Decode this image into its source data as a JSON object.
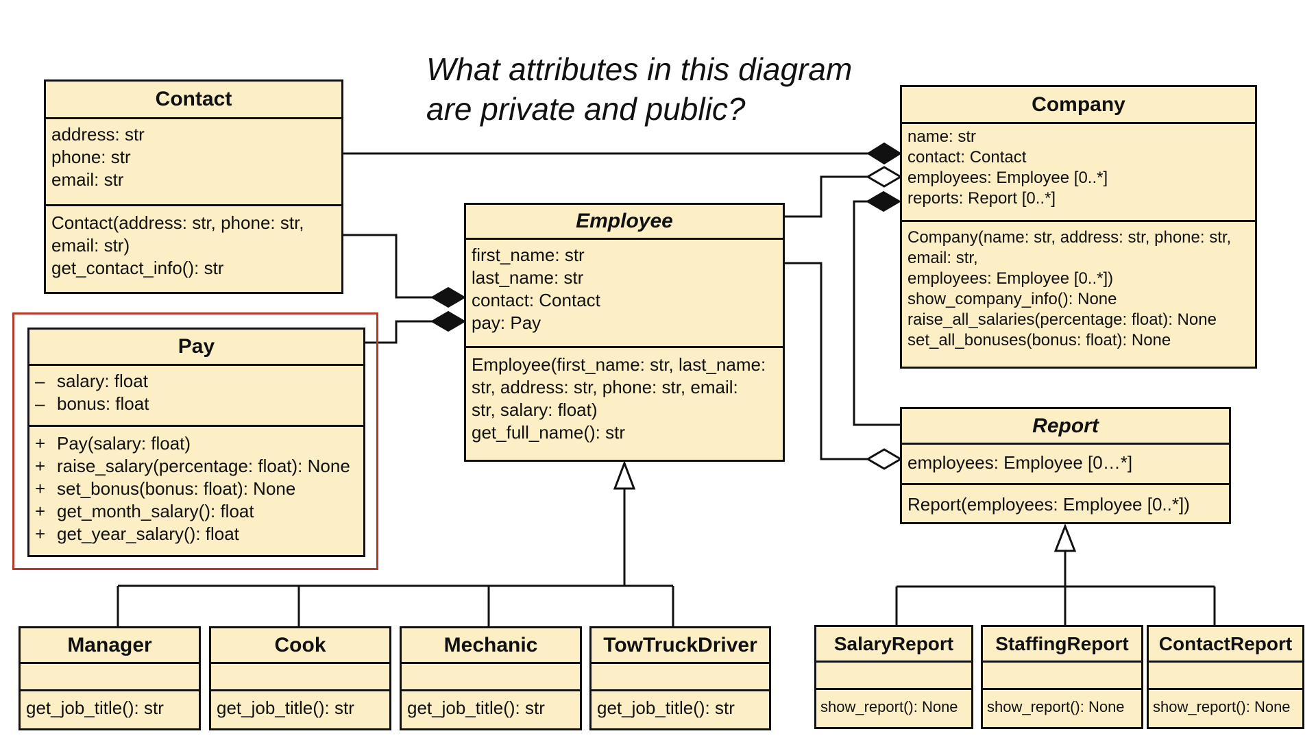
{
  "question": {
    "line1": "What attributes in this diagram",
    "line2": "are private and public?"
  },
  "colors": {
    "class_fill": "#fcefc5",
    "border": "#111111",
    "highlight": "#b33a2a"
  },
  "classes": {
    "contact": {
      "name": "Contact",
      "attributes": [
        "address: str",
        "phone: str",
        "email: str"
      ],
      "methods": [
        "Contact(address: str, phone: str,",
        "email: str)",
        "get_contact_info(): str"
      ]
    },
    "pay": {
      "name": "Pay",
      "attributes": [
        {
          "vis": "–",
          "text": "salary: float"
        },
        {
          "vis": "–",
          "text": "bonus: float"
        }
      ],
      "methods": [
        {
          "vis": "+",
          "text": "Pay(salary: float)"
        },
        {
          "vis": "+",
          "text": "raise_salary(percentage: float): None"
        },
        {
          "vis": "+",
          "text": "set_bonus(bonus: float): None"
        },
        {
          "vis": "+",
          "text": "get_month_salary(): float"
        },
        {
          "vis": "+",
          "text": "get_year_salary(): float"
        }
      ]
    },
    "employee": {
      "name": "Employee",
      "attributes": [
        "first_name: str",
        "last_name: str",
        "contact: Contact",
        "pay: Pay"
      ],
      "methods": [
        "Employee(first_name: str, last_name:",
        "str, address: str, phone: str, email:",
        "str,  salary: float)",
        "get_full_name(): str"
      ]
    },
    "company": {
      "name": "Company",
      "attributes": [
        "name: str",
        "contact: Contact",
        "employees: Employee [0..*]",
        "reports: Report [0..*]"
      ],
      "methods": [
        "Company(name: str, address: str, phone: str,",
        "email: str,",
        "employees: Employee [0..*])",
        "show_company_info(): None",
        "raise_all_salaries(percentage: float): None",
        "set_all_bonuses(bonus: float): None"
      ]
    },
    "report": {
      "name": "Report",
      "attributes": [
        "employees: Employee [0…*]"
      ],
      "methods": [
        "Report(employees: Employee [0..*])"
      ]
    },
    "manager": {
      "name": "Manager",
      "methods": [
        "get_job_title(): str"
      ]
    },
    "cook": {
      "name": "Cook",
      "methods": [
        "get_job_title(): str"
      ]
    },
    "mechanic": {
      "name": "Mechanic",
      "methods": [
        "get_job_title(): str"
      ]
    },
    "towtruckdriver": {
      "name": "TowTruckDriver",
      "methods": [
        "get_job_title(): str"
      ]
    },
    "salaryreport": {
      "name": "SalaryReport",
      "methods": [
        "show_report(): None"
      ]
    },
    "staffingreport": {
      "name": "StaffingReport",
      "methods": [
        "show_report(): None"
      ]
    },
    "contactreport": {
      "name": "ContactReport",
      "methods": [
        "show_report(): None"
      ]
    }
  }
}
